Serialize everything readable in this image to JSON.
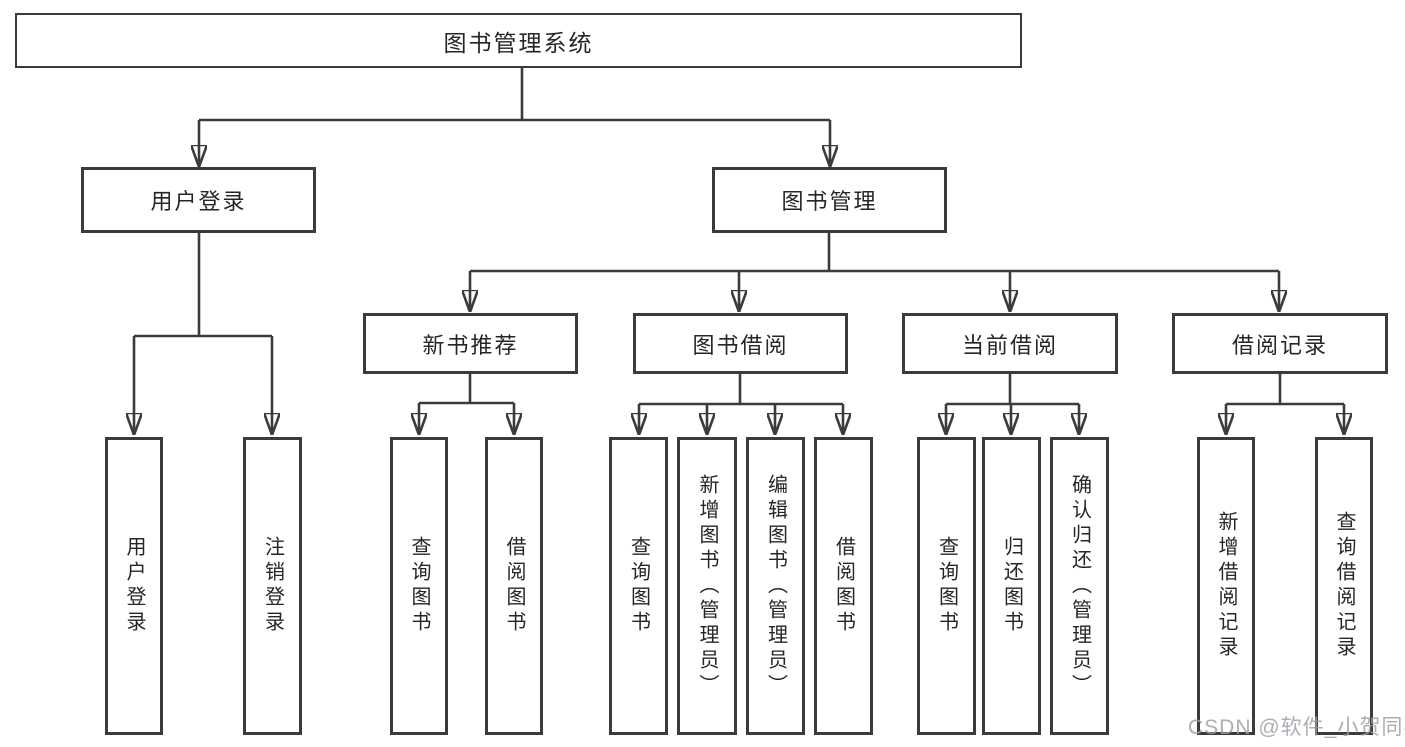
{
  "page": {
    "watermark": "CSDN @软件_小贺同学"
  },
  "colors": {
    "line": "#3b3b3b",
    "border": "#3b3b3b",
    "text": "#262626",
    "watermark": "#9fa0a8",
    "background": "#ffffff"
  },
  "tree": {
    "root": {
      "label": "图书管理系统",
      "children": [
        {
          "label": "用户登录",
          "children": [
            {
              "label": "用户登录"
            },
            {
              "label": "注销登录"
            }
          ]
        },
        {
          "label": "图书管理",
          "children": [
            {
              "label": "新书推荐",
              "children": [
                {
                  "label": "查询图书"
                },
                {
                  "label": "借阅图书"
                }
              ]
            },
            {
              "label": "图书借阅",
              "children": [
                {
                  "label": "查询图书"
                },
                {
                  "label": "新增图书（管理员）"
                },
                {
                  "label": "编辑图书（管理员）"
                },
                {
                  "label": "借阅图书"
                }
              ]
            },
            {
              "label": "当前借阅",
              "children": [
                {
                  "label": "查询图书"
                },
                {
                  "label": "归还图书"
                },
                {
                  "label": "确认归还（管理员）"
                }
              ]
            },
            {
              "label": "借阅记录",
              "children": [
                {
                  "label": "新增借阅记录"
                },
                {
                  "label": "查询借阅记录"
                }
              ]
            }
          ]
        }
      ]
    }
  }
}
